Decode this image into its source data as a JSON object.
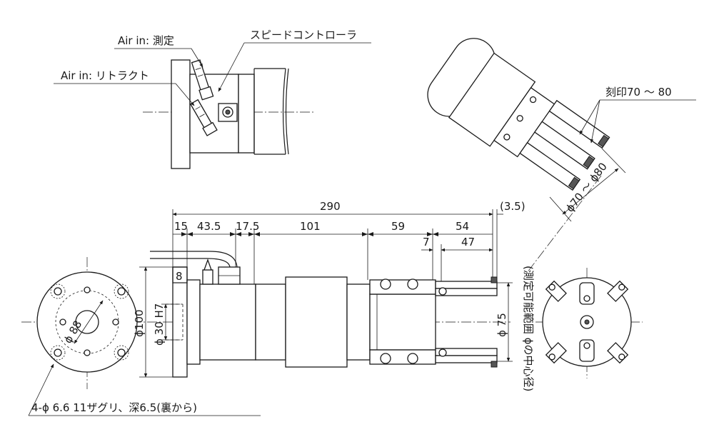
{
  "labels": {
    "air_in_measure": "Air in: 測定",
    "air_in_retract": "Air in: リトラクト",
    "speed_controller": "スピードコントローラ",
    "engraving": "刻印70 ～ 80",
    "measure_range": "(測定可能範囲 ϕの中心径)",
    "mount_holes": "4-ϕ 6.6 11ザグリ、深6.5(裏から)"
  },
  "dimensions": {
    "total_length": "290",
    "offset": "(3.5)",
    "d15": "15",
    "d43_5": "43.5",
    "d17_5": "17.5",
    "d101": "101",
    "d59": "59",
    "d54": "54",
    "d7": "7",
    "d47": "47",
    "d8": "8",
    "dia100": "ϕ100",
    "dia30h7": "ϕ 30 H7",
    "dia88": "ϕ 88",
    "dia75": "ϕ 75",
    "dia70_80": "ϕ70 ～ ϕ80"
  }
}
